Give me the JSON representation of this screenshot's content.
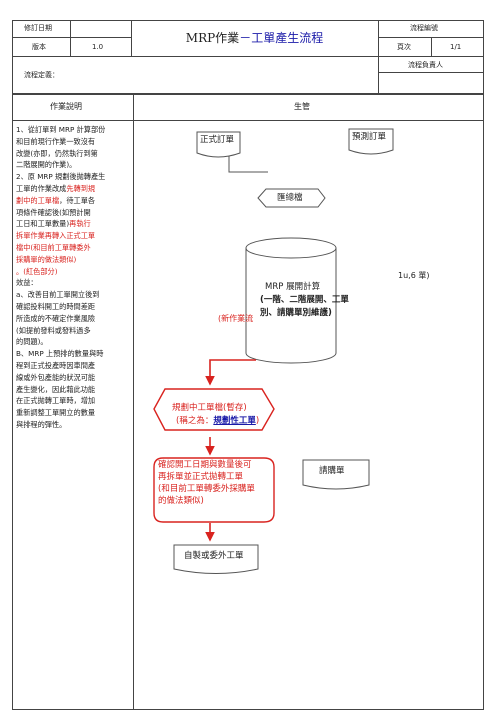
{
  "header": {
    "revision_date_label": "修訂日期",
    "version_label": "版本",
    "version_value": "1.0",
    "title_prefix": "MRP作業",
    "title_suffix": "－工單產生流程",
    "process_no_label": "流程編號",
    "page_label": "頁次",
    "page_value": "1/1",
    "process_def_label": "流程定義：",
    "owner_label": "流程負責人"
  },
  "columns": {
    "left": "作業說明",
    "right": "生管"
  },
  "description": {
    "lines": [
      {
        "text": "1、從訂單到 MRP 計算部份",
        "red": false
      },
      {
        "text": "和目前現行作業一致沒有",
        "red": false
      },
      {
        "text": "改變(亦即，仍然執行到第",
        "red": false
      },
      {
        "text": "二階展開的作業)。",
        "red": false
      },
      {
        "text": "2、原 MRP 規劃後拋轉產生",
        "red": false
      },
      {
        "text": "工單的作業改成",
        "red": false,
        "extra": "先轉到規",
        "extra_red": true
      },
      {
        "text": "劃中的工單檔",
        "red": true,
        "extra": "，待工單各",
        "extra_red": false
      },
      {
        "text": "項條件確認後(如預計開",
        "red": false
      },
      {
        "text": "工日和工單數量)",
        "red": false,
        "extra": "再執行",
        "extra_red": true
      },
      {
        "text": "拆單作業再轉入正式工單",
        "red": true
      },
      {
        "text": "檔中(和目前工單轉委外",
        "red": true
      },
      {
        "text": "採購單的做法類似)",
        "red": true
      },
      {
        "text": "。(紅色部分)",
        "red": true
      },
      {
        "text": "效益：",
        "red": false
      },
      {
        "text": "a、改善目前工單開立後到",
        "red": false
      },
      {
        "text": "確認投料開工的時間差距",
        "red": false
      },
      {
        "text": "所造成的不確定作業風險",
        "red": false
      },
      {
        "text": "(如提前發料或發料過多",
        "red": false
      },
      {
        "text": "的問題)。",
        "red": false
      },
      {
        "text": "B、MRP 上預排的數量與時",
        "red": false
      },
      {
        "text": "程到正式投產時因車間產",
        "red": false
      },
      {
        "text": "線或外包產能的狀況可能",
        "red": false
      },
      {
        "text": "產生變化，因此藉此功能",
        "red": false
      },
      {
        "text": "在正式拋轉工單時，增加",
        "red": false
      },
      {
        "text": "重新調整工單開立的數量",
        "red": false
      },
      {
        "text": "與排程的彈性。",
        "red": false
      }
    ]
  },
  "flow": {
    "formal_order": "正式訂單",
    "forecast_order": "預測訂單",
    "summary": "匯總檔",
    "mrp_line1": "MRP 展開計算",
    "mrp_line2": "(一階、二階展開、工單",
    "mrp_line3": "別、請購單別維護)",
    "new_op": "(新作業流",
    "side_note": "1u,6 單)",
    "planned_line1": "規劃中工單檔(暫存)",
    "planned_line2a": "(稱之為：",
    "planned_line2b": "規劃性工單",
    "planned_line2c": ")",
    "confirm_line1": "確認開工日期與數量後可",
    "confirm_line2": "再拆單並正式拋轉工單",
    "confirm_line3": "(和目前工單轉委外採購單",
    "confirm_line4": "的做法類似)",
    "purchase_request": "請購單",
    "self_made": "自製或委外工單"
  },
  "colors": {
    "accent_red": "#d9231f",
    "link_blue": "#1a1aa8",
    "border": "#444444"
  }
}
